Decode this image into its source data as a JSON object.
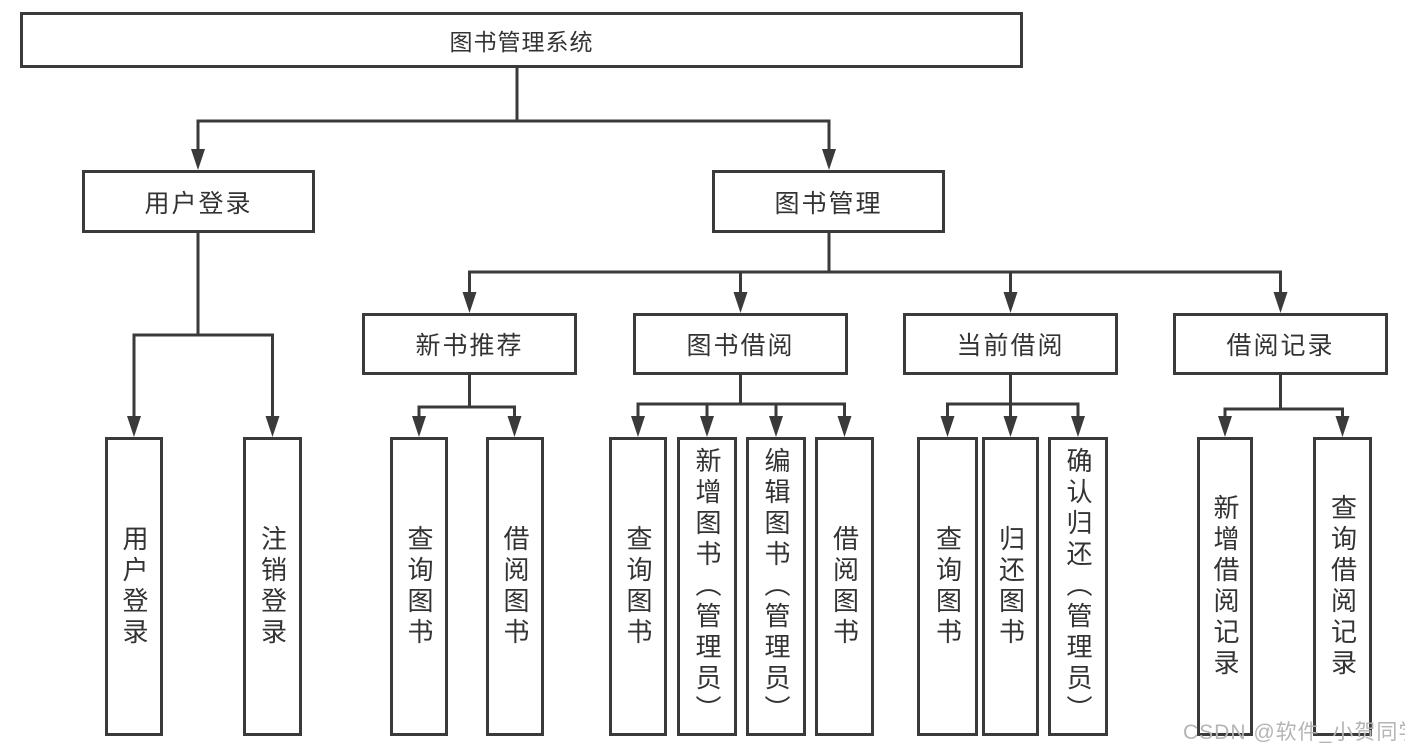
{
  "tree": {
    "label": "图书管理系统",
    "children": [
      {
        "label": "用户登录",
        "children": [
          {
            "label": "用户登录"
          },
          {
            "label": "注销登录"
          }
        ]
      },
      {
        "label": "图书管理",
        "children": [
          {
            "label": "新书推荐",
            "children": [
              {
                "label": "查询图书"
              },
              {
                "label": "借阅图书"
              }
            ]
          },
          {
            "label": "图书借阅",
            "children": [
              {
                "label": "查询图书"
              },
              {
                "label": "新增图书（管理员）"
              },
              {
                "label": "编辑图书（管理员）"
              },
              {
                "label": "借阅图书"
              }
            ]
          },
          {
            "label": "当前借阅",
            "children": [
              {
                "label": "查询图书"
              },
              {
                "label": "归还图书"
              },
              {
                "label": "确认归还（管理员）"
              }
            ]
          },
          {
            "label": "借阅记录",
            "children": [
              {
                "label": "新增借阅记录"
              },
              {
                "label": "查询借阅记录"
              }
            ]
          }
        ]
      }
    ]
  },
  "watermark": {
    "text": "CSDN @软件_小贺同学"
  },
  "colors": {
    "line": "#3a3a3a",
    "box_border": "#3a3a3a",
    "box_fill": "#ffffff",
    "text": "#333333",
    "watermark": "#b5b5b5",
    "background": "#ffffff"
  }
}
